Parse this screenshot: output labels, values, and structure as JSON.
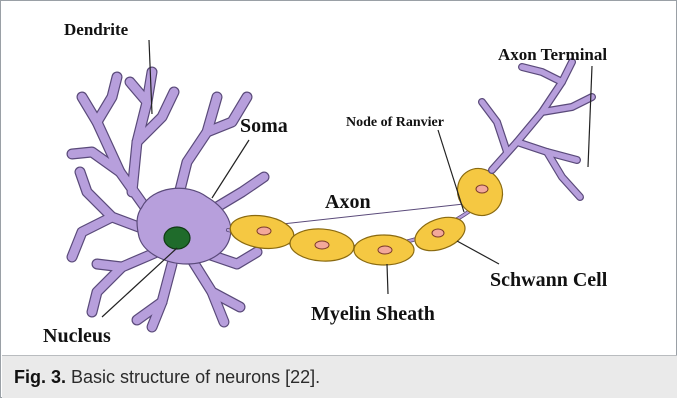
{
  "labels": {
    "dendrite": "Dendrite",
    "soma": "Soma",
    "axon": "Axon",
    "node_of_ranvier": "Node of Ranvier",
    "axon_terminal": "Axon Terminal",
    "schwann_cell": "Schwann Cell",
    "myelin_sheath": "Myelin Sheath",
    "nucleus": "Nucleus"
  },
  "caption": {
    "number": "Fig. 3.",
    "text": "Basic structure of neurons [22]."
  },
  "colors": {
    "cell_body": "#b79fdc",
    "cell_outline": "#5a4a7a",
    "nucleus": "#1f6b2b",
    "myelin": "#f5c842",
    "myelin_outline": "#8a6a10",
    "schwann_nucleus": "#f3a89a",
    "caption_bg": "#eaeaea"
  }
}
